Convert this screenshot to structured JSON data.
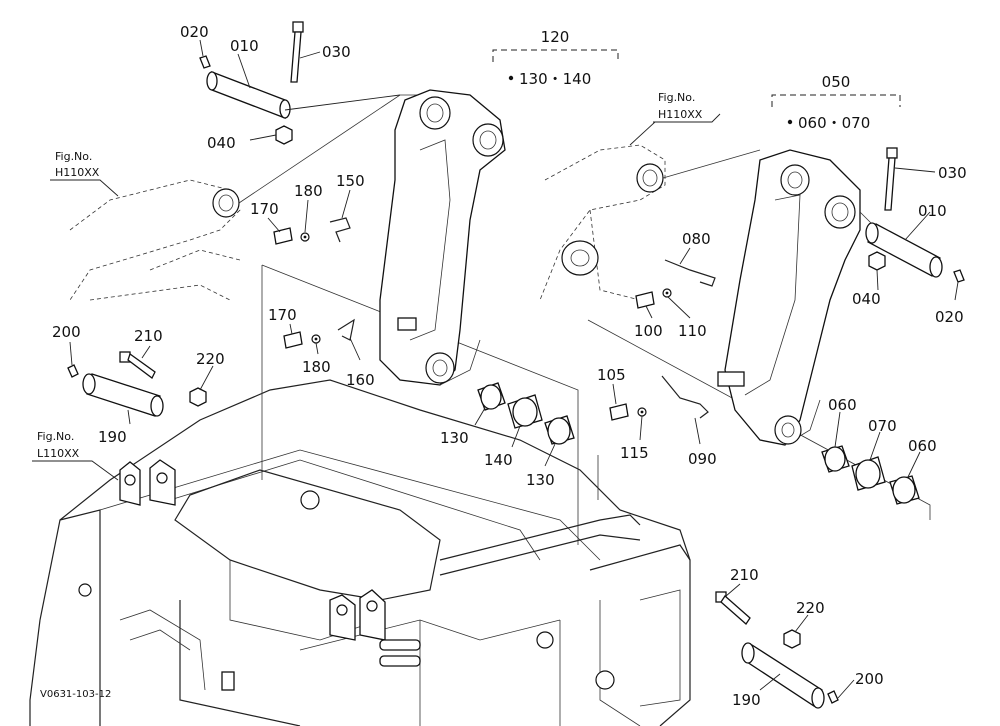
{
  "diagram": {
    "drawing_code": "V0631-103-12",
    "fig_refs": [
      {
        "line1": "Fig.No.",
        "line2": "H110XX"
      },
      {
        "line1": "Fig.No.",
        "line2": "H110XX"
      },
      {
        "line1": "Fig.No.",
        "line2": "L110XX"
      }
    ],
    "groups": [
      {
        "label": "120",
        "sub": "130・140"
      },
      {
        "label": "050",
        "sub": "060・070"
      }
    ],
    "callouts": [
      {
        "id": "left-pin-020",
        "text": "020"
      },
      {
        "id": "left-pin-010",
        "text": "010"
      },
      {
        "id": "left-bolt-030",
        "text": "030"
      },
      {
        "id": "left-nut-040",
        "text": "040"
      },
      {
        "id": "left-bolt-170",
        "text": "170"
      },
      {
        "id": "left-washer-180",
        "text": "180"
      },
      {
        "id": "left-pin-150",
        "text": "150"
      },
      {
        "id": "mid-bolt-170",
        "text": "170"
      },
      {
        "id": "mid-washer-180",
        "text": "180"
      },
      {
        "id": "mid-pin-160",
        "text": "160"
      },
      {
        "id": "left-grease-200",
        "text": "200"
      },
      {
        "id": "left-bolt-210",
        "text": "210"
      },
      {
        "id": "left-nut-220",
        "text": "220"
      },
      {
        "id": "left-pin-190",
        "text": "190"
      },
      {
        "id": "bushing-130-a",
        "text": "130"
      },
      {
        "id": "bushing-140",
        "text": "140"
      },
      {
        "id": "bushing-130-b",
        "text": "130"
      },
      {
        "id": "right-bolt-030",
        "text": "030"
      },
      {
        "id": "right-pin-010",
        "text": "010"
      },
      {
        "id": "right-nut-040",
        "text": "040"
      },
      {
        "id": "right-grease-020",
        "text": "020"
      },
      {
        "id": "right-pin-080",
        "text": "080"
      },
      {
        "id": "right-bolt-100",
        "text": "100"
      },
      {
        "id": "right-washer-110",
        "text": "110"
      },
      {
        "id": "right-bolt-105",
        "text": "105"
      },
      {
        "id": "right-washer-115",
        "text": "115"
      },
      {
        "id": "right-pin-090",
        "text": "090"
      },
      {
        "id": "bushing-060-a",
        "text": "060"
      },
      {
        "id": "bushing-070",
        "text": "070"
      },
      {
        "id": "bushing-060-b",
        "text": "060"
      },
      {
        "id": "right-bolt-210",
        "text": "210"
      },
      {
        "id": "right-nut-220",
        "text": "220"
      },
      {
        "id": "right-pin-190",
        "text": "190"
      },
      {
        "id": "right-grease-200",
        "text": "200"
      }
    ]
  }
}
